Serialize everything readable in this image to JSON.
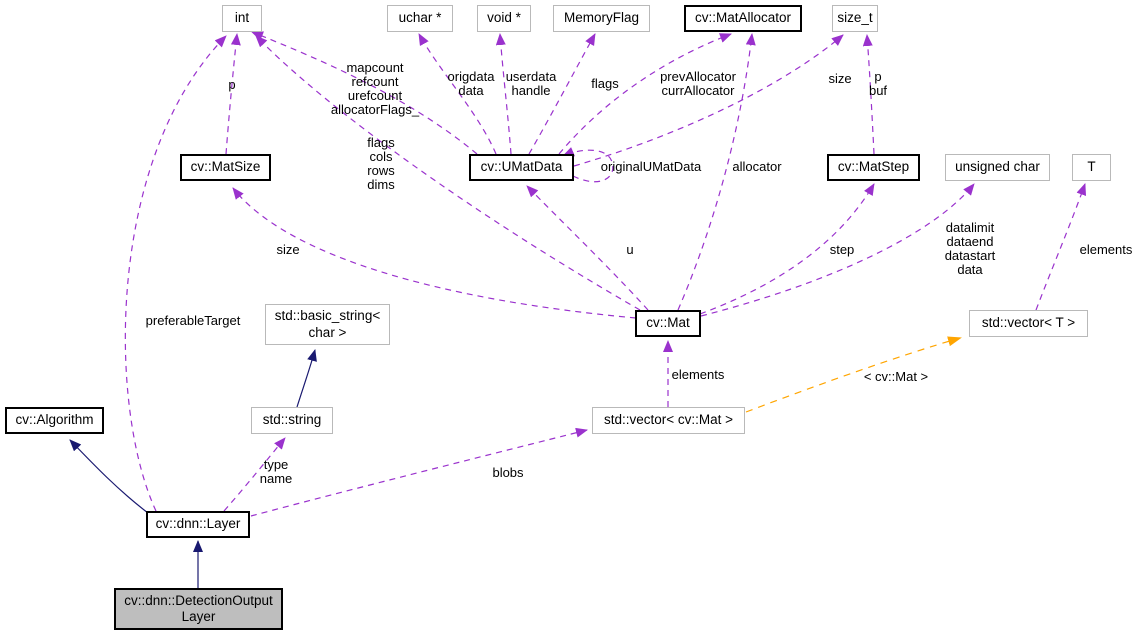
{
  "diagram": {
    "type": "collaboration-graph",
    "colors": {
      "usage_edge": "#9a32cd",
      "template_edge": "#ffa500",
      "inheritance_edge": "#191970",
      "plain_node_border": "#b9b9b9",
      "documented_node_border": "#000000",
      "current_node_fill": "#bebebe"
    },
    "nodes": [
      {
        "label": "int"
      },
      {
        "label": "uchar *"
      },
      {
        "label": "void *"
      },
      {
        "label": "MemoryFlag"
      },
      {
        "label": "cv::MatAllocator"
      },
      {
        "label": "size_t"
      },
      {
        "label": "cv::MatSize"
      },
      {
        "label": "cv::UMatData"
      },
      {
        "label": "cv::MatStep"
      },
      {
        "label": "unsigned char"
      },
      {
        "label": "T"
      },
      {
        "label": "std::basic_string<\nchar >"
      },
      {
        "label": "cv::Mat"
      },
      {
        "label": "std::vector< T >"
      },
      {
        "label": "cv::Algorithm"
      },
      {
        "label": "std::string"
      },
      {
        "label": "std::vector< cv::Mat >"
      },
      {
        "label": "cv::dnn::Layer"
      },
      {
        "label": "cv::dnn::DetectionOutput\nLayer"
      }
    ],
    "edge_labels": {
      "p_matsize": "p",
      "umatdata_ints": "mapcount\nrefcount\nurefcount\nallocatorFlags_",
      "mat_ints": "flags\ncols\nrows\ndims",
      "preferable_target": "preferableTarget",
      "origdata": "origdata\ndata",
      "userdata": "userdata\nhandle",
      "flags_memoryflag": "flags",
      "prev_curr_allocator": "prevAllocator\ncurrAllocator",
      "size_top": "size",
      "p_buf": "p\nbuf",
      "original_umatdata": "originalUMatData",
      "allocator": "allocator",
      "size_mid": "size",
      "u": "u",
      "step": "step",
      "mat_data_members": "datalimit\ndataend\ndatastart\ndata",
      "elements_t": "elements",
      "elements_mat": "elements",
      "template_instance": "< cv::Mat >",
      "type_name": "type\nname",
      "blobs": "blobs"
    }
  }
}
